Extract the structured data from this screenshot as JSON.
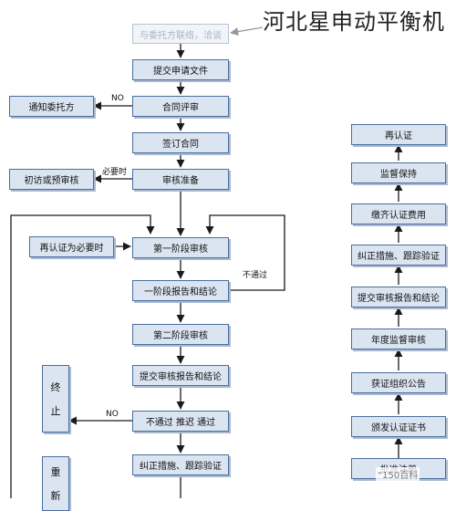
{
  "watermark": "河北星申动平衡机",
  "source_badge": "“150百科",
  "left_flow": {
    "contact": "与委托方联络，洽谈",
    "submit_application": "提交申请文件",
    "contract_review": "合同评审",
    "sign_contract": "签订合同",
    "audit_prep": "审核准备",
    "stage1_audit": "第一阶段审核",
    "stage1_report": "一阶段报告和结论",
    "stage2_audit": "第二阶段审核",
    "submit_report": "提交审核报告和结论",
    "decision": "不通过 推迟 通过",
    "corrective": "纠正措施、跟踪验证"
  },
  "side_boxes": {
    "notify_client": "通知委托方",
    "initial_visit": "初访或预审核",
    "recert_if_needed": "再认证为必要时"
  },
  "terminal_boxes": {
    "terminate_chars": [
      "终",
      "止"
    ],
    "restart_chars": [
      "重",
      "新"
    ]
  },
  "right_flow": {
    "recertify": "再认证",
    "supervise": "监督保持",
    "pay_fee": "缴齐认证费用",
    "correct_track": "纠正措施、跟踪验证",
    "submit_audit": "提交审核报告和结论",
    "annual_audit": "年度监督审核",
    "announce": "获证组织公告",
    "issue_cert": "颁发认证证书",
    "approve_register": "批准注册"
  },
  "edge_labels": {
    "no1": "NO",
    "when_needed": "必要时",
    "fail": "不通过",
    "no2": "NO"
  }
}
